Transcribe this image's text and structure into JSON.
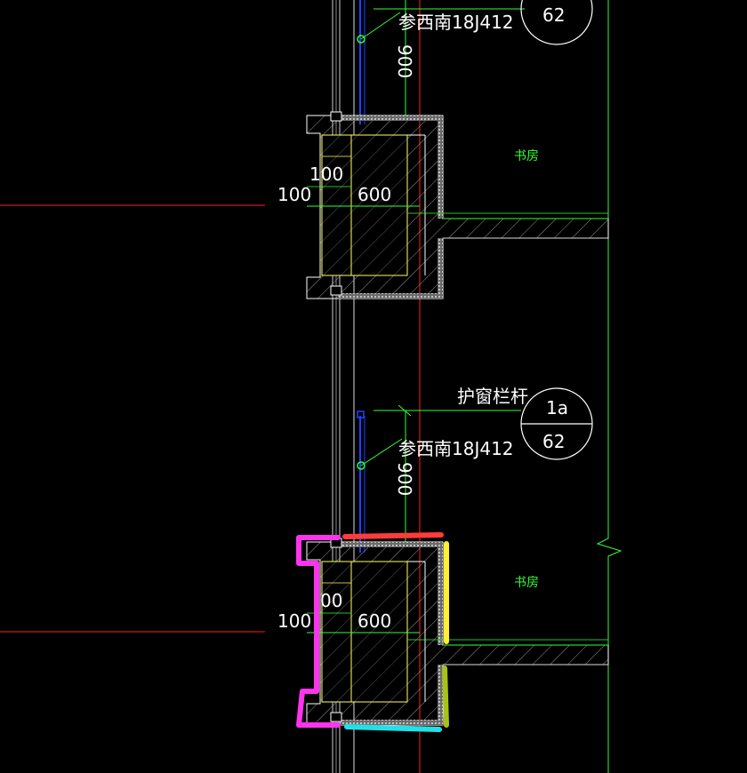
{
  "labels": {
    "ref_note": "参西南18J412",
    "railing_note": "护窗栏杆",
    "room_name": "书房",
    "dim_900": "900",
    "dim_100": "100",
    "dim_600": "600",
    "dim_inner_100_top": "100",
    "dim_inner_100_bottom": "00",
    "callout_top_bottom": "62",
    "callout_mid_top": "1a",
    "callout_mid_bottom": "62"
  },
  "colors": {
    "background": "#000000",
    "white": "#ffffff",
    "red": "#ff2020",
    "green": "#33ff33",
    "yellow": "#ffff66",
    "blue": "#2040ff",
    "gray": "#9a9a9a",
    "hl_magenta": "#ff33ee",
    "hl_red": "#ff3b3b",
    "hl_yellow": "#ffee33",
    "hl_olive": "#a8c21a",
    "hl_cyan": "#22e0e8"
  }
}
